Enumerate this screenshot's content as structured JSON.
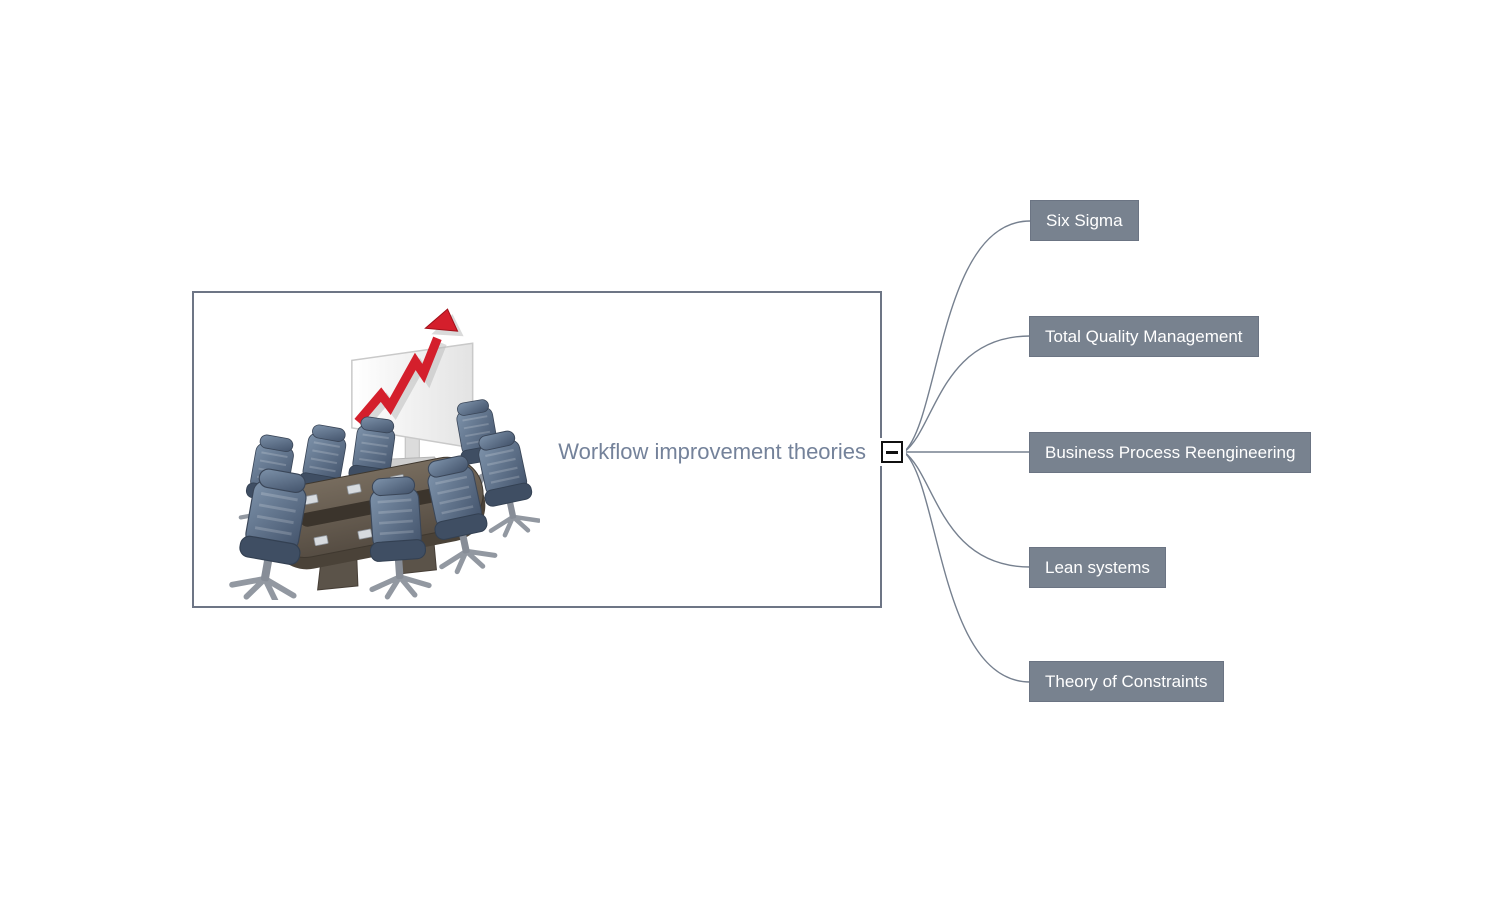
{
  "diagram": {
    "type": "mind-map-branch",
    "root": {
      "label": "Workflow improvement theories",
      "illustration": "conference-room-with-growth-chart",
      "collapse_icon": "minus-box"
    },
    "children": [
      {
        "label": "Six Sigma"
      },
      {
        "label": "Total Quality Management"
      },
      {
        "label": "Business Process Reengineering"
      },
      {
        "label": "Lean systems"
      },
      {
        "label": "Theory of Constraints"
      }
    ],
    "colors": {
      "background": "#ffffff",
      "root_border": "#6d7585",
      "root_label_text": "#74829a",
      "child_fill": "#78828f",
      "child_text": "#ffffff",
      "connector": "#76808f",
      "collapse_border": "#101010",
      "arrow_red": "#d41f2c"
    }
  }
}
